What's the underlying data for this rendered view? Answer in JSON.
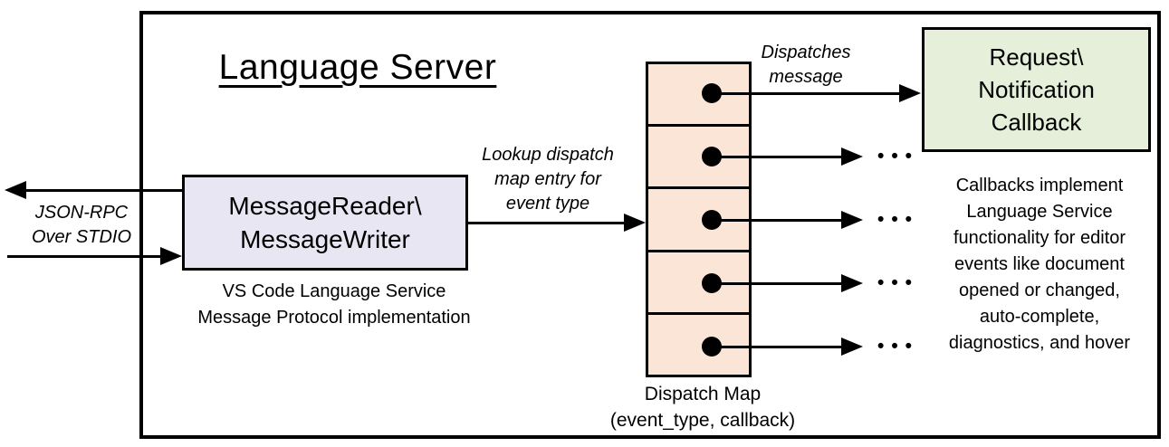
{
  "diagram": {
    "title": "Language Server",
    "labels": {
      "json_rpc_line1": "JSON-RPC",
      "json_rpc_line2": "Over STDIO",
      "lookup_line1": "Lookup dispatch",
      "lookup_line2": "map entry for",
      "lookup_line3": "event type",
      "dispatches_line1": "Dispatches",
      "dispatches_line2": "message"
    },
    "message_rw_box": {
      "line1": "MessageReader\\",
      "line2": "MessageWriter",
      "caption_line1": "VS Code Language Service",
      "caption_line2": "Message Protocol implementation",
      "fill": "#E8E6F2"
    },
    "callback_box": {
      "line1": "Request\\",
      "line2": "Notification",
      "line3": "Callback",
      "fill": "#E5EFDA"
    },
    "dispatch_map": {
      "cell_count": 5,
      "caption_line1": "Dispatch Map",
      "caption_line2": "(event_type, callback)",
      "fill": "#FBE5D6"
    },
    "callbacks_note": {
      "line1": "Callbacks implement",
      "line2": "Language Service",
      "line3": "functionality for editor",
      "line4": "events like document",
      "line5": "opened or changed,",
      "line6": "auto-complete,",
      "line7": "diagnostics, and hover"
    },
    "ellipsis": "•••",
    "colors": {
      "stroke": "#000000",
      "background": "#FFFFFF",
      "message_rw_fill": "#E8E6F2",
      "callback_fill": "#E5EFDA",
      "dispatch_fill": "#FBE5D6"
    }
  }
}
